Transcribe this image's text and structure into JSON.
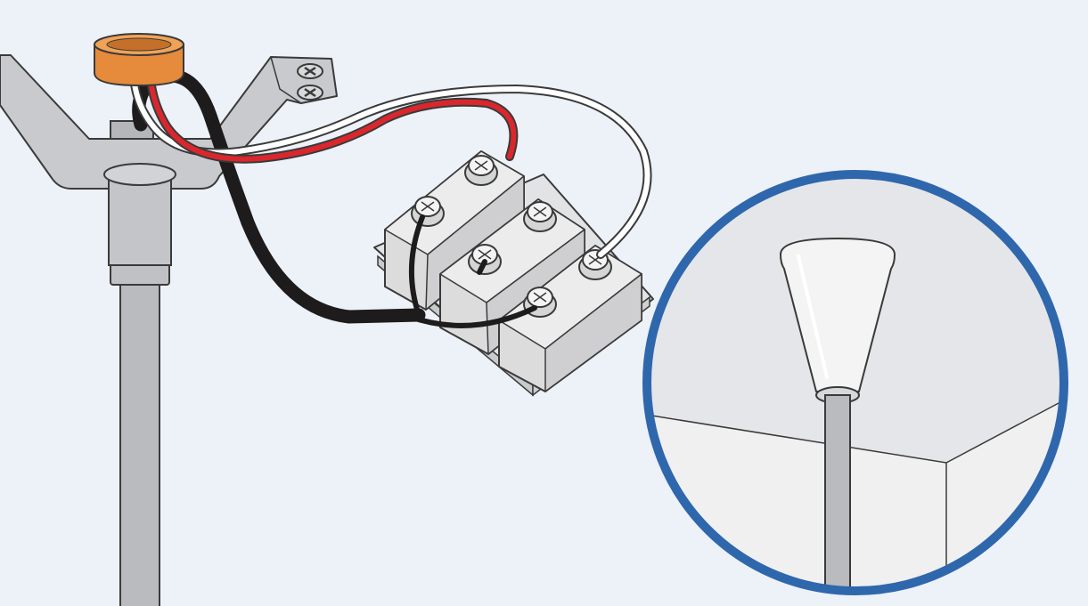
{
  "diagram": {
    "labels": [],
    "components": {
      "mounting_bracket": "bracket",
      "wire_connector": "orange-wire-nut",
      "support_rod": "gray-downrod",
      "terminal_block": "screw-terminal-block",
      "wires": [
        "black",
        "red",
        "white"
      ],
      "detail_view": "canopy-on-ceiling"
    },
    "colors": {
      "background": "#edf1f8",
      "outline": "#3a3a3a",
      "metal": "#c9cacd",
      "rod": "#b9bbbf",
      "connector": "#e58b3b",
      "wire_black": "#1d1b1c",
      "wire_red": "#d9272d",
      "wire_white": "#ffffff",
      "detail_ring": "#2f67ad",
      "ceiling": "#e5e6e9",
      "wall": "#f0f0f1"
    }
  }
}
